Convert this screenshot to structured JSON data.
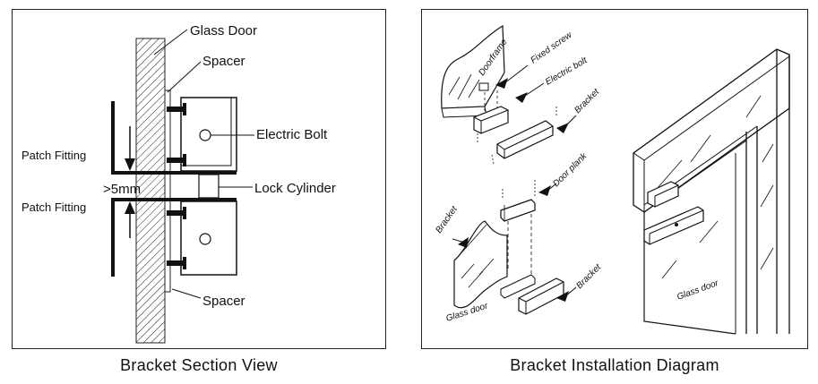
{
  "section_view": {
    "caption": "Bracket Section View",
    "labels": {
      "glass_door": "Glass Door",
      "spacer_top": "Spacer",
      "electric_bolt": "Electric Bolt",
      "patch_fitting_top": "Patch Fitting",
      "gap": ">5mm",
      "lock_cylinder": "Lock Cylinder",
      "patch_fitting_bottom": "Patch Fitting",
      "spacer_bottom": "Spacer"
    }
  },
  "installation_diagram": {
    "caption": "Bracket Installation Diagram",
    "labels": {
      "doorframe": "Doorframe",
      "fixed_screw": "Fixed screw",
      "electric_bolt": "Electric bolt",
      "bracket_top": "Bracket",
      "door_plank": "Door plank",
      "bracket_left": "Bracket",
      "glass_door_left": "Glass door",
      "bracket_bottom": "Bracket",
      "glass_door_right": "Glass door"
    }
  }
}
